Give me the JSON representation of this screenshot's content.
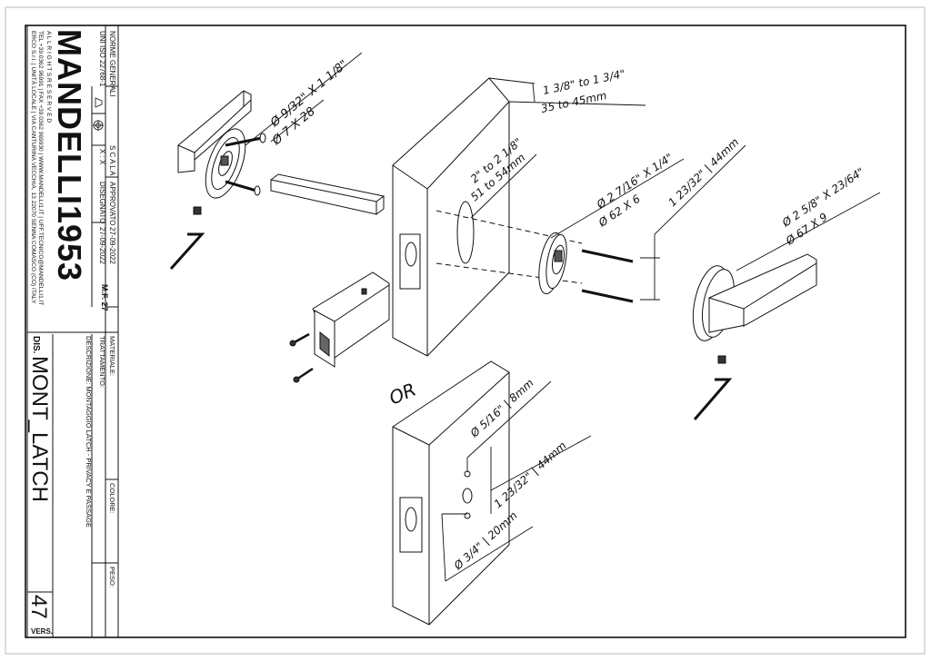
{
  "title_block": {
    "company": "MANDELLI1953",
    "company_address": "ERCO S.r.l. | UNITÀ LOCALE | VIA CANTURINA VECCHIA, 13 22070 SENNA COMASCO (CO) ITALY",
    "company_contacts": "TEL +39.0362 96991 | FAX +39.0362 969930 | WWW.MANDELLI1.IT | UFF.TECNICO@MANDELLI1.IT",
    "rights": "A L L   R I G H T S   R E S E R V E D",
    "norme_label": "NORME GENERALI",
    "norme_value": "UNI ISO 22768-1",
    "scala_label": "S C A L A",
    "scala_value": "X : X",
    "approvato_label": "APPROVATO",
    "approvato_date": "27-09-2022",
    "disegnato_label": "DISEGNATO",
    "disegnato_date": "27-09-2022",
    "author": "M.F. 27",
    "materiale_label": "MATERIALE:",
    "trattamento_label": "TRATTAMENTO:",
    "descrizione": "DESCRIZIONE: MONTAGGIO LATCH - PRIVACY E PASSAGE",
    "colore_label": "COLORE:",
    "peso_label": "PESO:",
    "dis_label": "DIS.",
    "drawing_name": "MONT_LATCH",
    "version_number": "47",
    "version_label": "VERS."
  },
  "annotations": {
    "screw_left_1": "Ø 9/32\" X 1 1/8\"",
    "screw_left_2": "Ø 7 X 28",
    "door_thickness_1": "1 3/8\" to 1 3/4\"",
    "door_thickness_2": "35 to 45mm",
    "backset_1": "2\" to 2 1/8\"",
    "backset_2": "51 to 54mm",
    "rose_1": "Ø 2 7/16\" X 1/4\"",
    "rose_2": "Ø 62 X 6",
    "screw_spacing": "1 23/32\" | 44mm",
    "rose_right_1": "Ø 2 5/8\" X 23/64\"",
    "rose_right_2": "Ø 67 X 9",
    "or_label": "OR",
    "hole_small": "Ø 5/16\" | 8mm",
    "hole_spacing": "1 23/32\" | 44mm",
    "hole_center": "Ø 3/4\" | 20mm"
  }
}
